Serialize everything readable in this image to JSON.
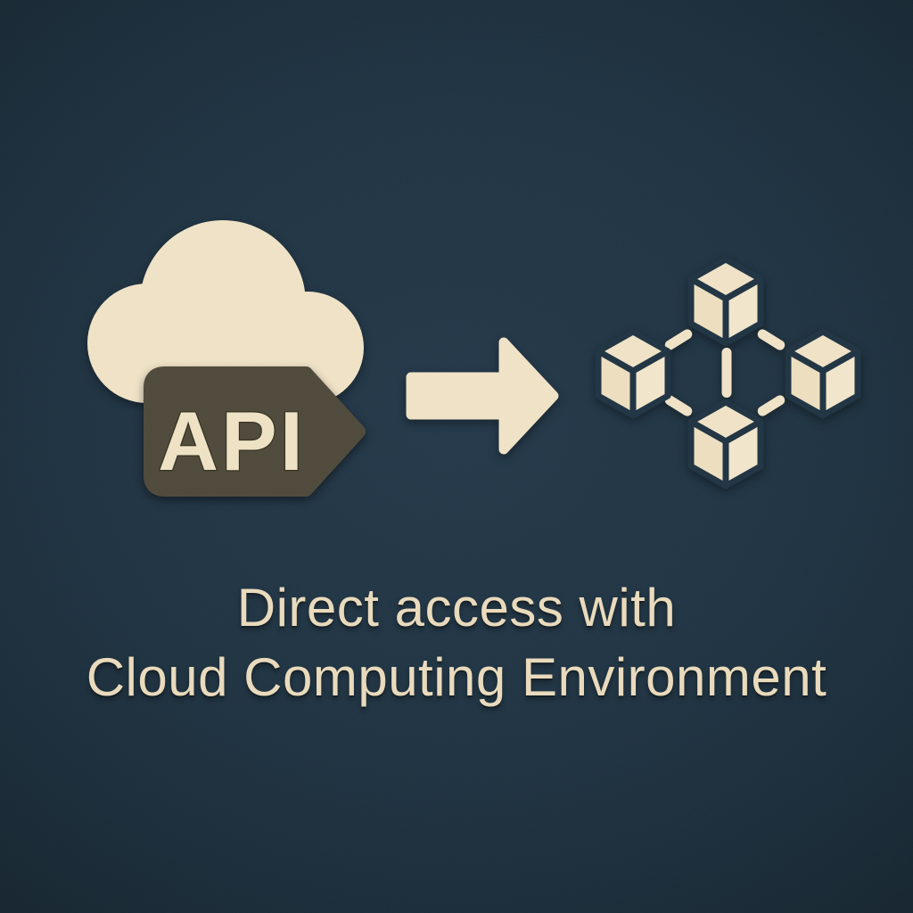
{
  "colors": {
    "background_center": "#24394a",
    "background_edge": "#15232d",
    "cream": "#F0E3C7",
    "tag_olive": "#4F4A3B",
    "caption_text": "#EADBBD"
  },
  "icons": {
    "cloud": "cloud-icon",
    "api_tag": {
      "label": "API"
    },
    "arrow": "arrow-right-icon",
    "network": "cube-network-icon"
  },
  "caption": {
    "line1": "Direct access with",
    "line2": "Cloud Computing Environment"
  }
}
